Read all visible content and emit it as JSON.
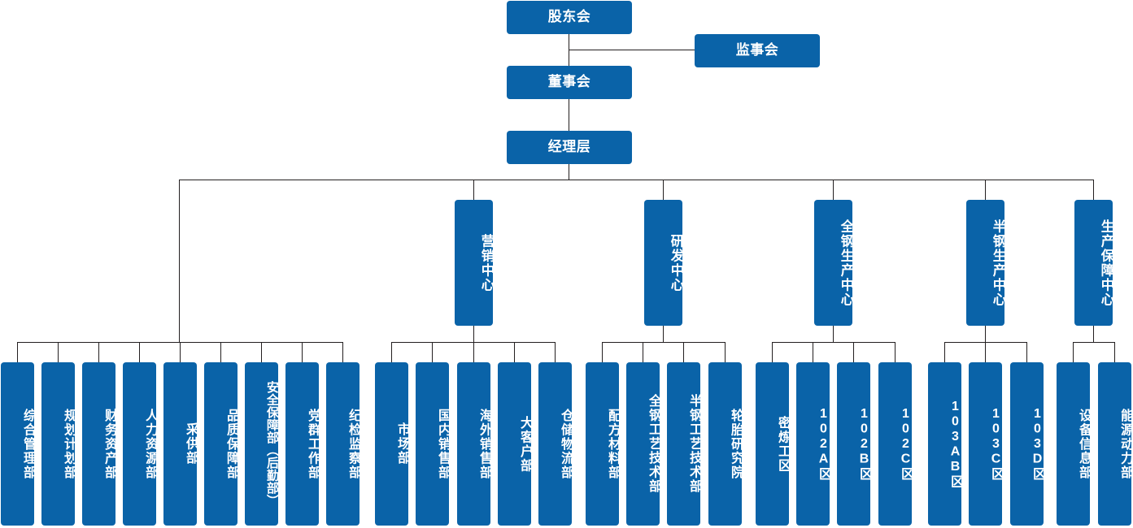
{
  "chart_title": "",
  "theme": {
    "node_fill": "#0a63a8",
    "node_text": "#ffffff",
    "connector": "#231f20",
    "background": "#ffffff"
  },
  "top_level": {
    "shareholders": "股东会",
    "supervisors": "监事会",
    "board": "董事会",
    "management": "经理层"
  },
  "centers": [
    {
      "label": "营销中心"
    },
    {
      "label": "研发中心"
    },
    {
      "label": "全钢生产中心"
    },
    {
      "label": "半钢生产中心"
    },
    {
      "label": "生产保障中心"
    }
  ],
  "functional_departments": [
    {
      "label": "综合管理部"
    },
    {
      "label": "规划计划部"
    },
    {
      "label": "财务资产部"
    },
    {
      "label": "人力资源部"
    },
    {
      "label": "采供部"
    },
    {
      "label": "品质保障部"
    },
    {
      "label": "安全保障部（后勤部）"
    },
    {
      "label": "党群工作部"
    },
    {
      "label": "纪检监察部"
    }
  ],
  "marketing_departments": [
    {
      "label": "市场部"
    },
    {
      "label": "国内销售部"
    },
    {
      "label": "海外销售部"
    },
    {
      "label": "大客户部"
    },
    {
      "label": "仓储物流部"
    }
  ],
  "rd_departments": [
    {
      "label": "配方材料部"
    },
    {
      "label": "全钢工艺技术部"
    },
    {
      "label": "半钢工艺技术部"
    },
    {
      "label": "轮胎研究院"
    }
  ],
  "allsteel_departments": [
    {
      "label": "密炼工区"
    },
    {
      "label": "102A区"
    },
    {
      "label": "102B区"
    },
    {
      "label": "102C区"
    }
  ],
  "semisteel_departments": [
    {
      "label": "103AB区"
    },
    {
      "label": "103C区"
    },
    {
      "label": "103D区"
    }
  ],
  "support_departments": [
    {
      "label": "设备信息部"
    },
    {
      "label": "能源动力部"
    }
  ]
}
